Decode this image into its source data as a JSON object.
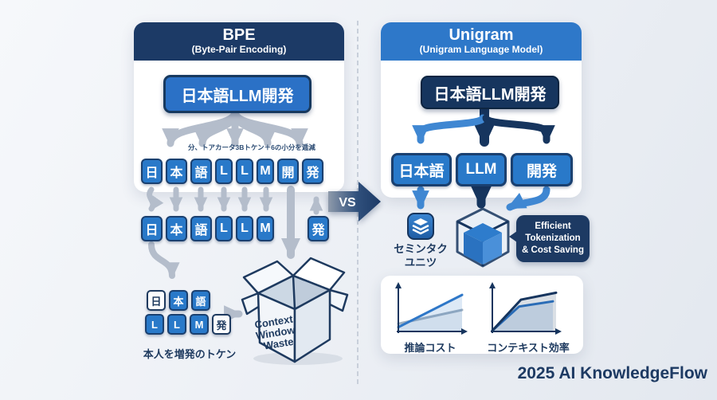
{
  "left_panel": {
    "title": "BPE",
    "subtitle": "(Byte-Pair Encoding)",
    "input_box": "日本語LLM開発",
    "split_note": "分、トアカータ3Bトケン＋6の小分を逓減",
    "row1_tokens": [
      "日",
      "本",
      "語",
      "L",
      "L",
      "M",
      "開",
      "発"
    ],
    "row2_tokens": [
      "日",
      "本",
      "語",
      "L",
      "L",
      "M"
    ],
    "row2_detached_token": "発",
    "fragment_row1": [
      "日",
      "本",
      "語"
    ],
    "fragment_row2": [
      "L",
      "L",
      "M",
      "発"
    ],
    "fragment_caption": "本人を増発のトケン",
    "waste_box_lines": [
      "Context",
      "Window",
      "Waste"
    ]
  },
  "vs_badge": "VS",
  "right_panel": {
    "title": "Unigram",
    "subtitle": "(Unigram Language Model)",
    "input_box": "日本語LLM開発",
    "tokens": [
      "日本語",
      "LLM",
      "開発"
    ],
    "stack_caption": [
      "セミンタク",
      "ユニツ"
    ],
    "bubble_lines": [
      "Efficient",
      "Tokenization",
      "& Cost Saving"
    ]
  },
  "chart_data": [
    {
      "type": "line",
      "title": "推論コスト",
      "xlabel": "",
      "ylabel": "",
      "series": [
        {
          "label": "steep-blue-line",
          "color": "#2e77c8",
          "points": [
            [
              0,
              0.1
            ],
            [
              1,
              0.85
            ]
          ]
        },
        {
          "label": "shallow-gray-line",
          "color": "#9fb0c0",
          "points": [
            [
              0,
              0.18
            ],
            [
              1,
              0.5
            ]
          ]
        }
      ]
    },
    {
      "type": "line",
      "title": "コンテキスト効率",
      "xlabel": "",
      "ylabel": "",
      "series": [
        {
          "label": "navy-curve",
          "color": "#16355e",
          "points": [
            [
              0,
              0.02
            ],
            [
              0.45,
              0.74
            ],
            [
              1,
              0.9
            ]
          ]
        },
        {
          "label": "blue-curve",
          "color": "#2e77c8",
          "points": [
            [
              0,
              0.02
            ],
            [
              0.42,
              0.58
            ],
            [
              0.95,
              0.7
            ]
          ]
        }
      ]
    }
  ],
  "footer": "2025 AI KnowledgeFlow",
  "colors": {
    "token_blue": "#2979c9",
    "navy": "#16355e",
    "header_blue": "#2e78c9",
    "arrow_gray": "#b4bdcb",
    "arrow_light_blue": "#3f87d2"
  }
}
